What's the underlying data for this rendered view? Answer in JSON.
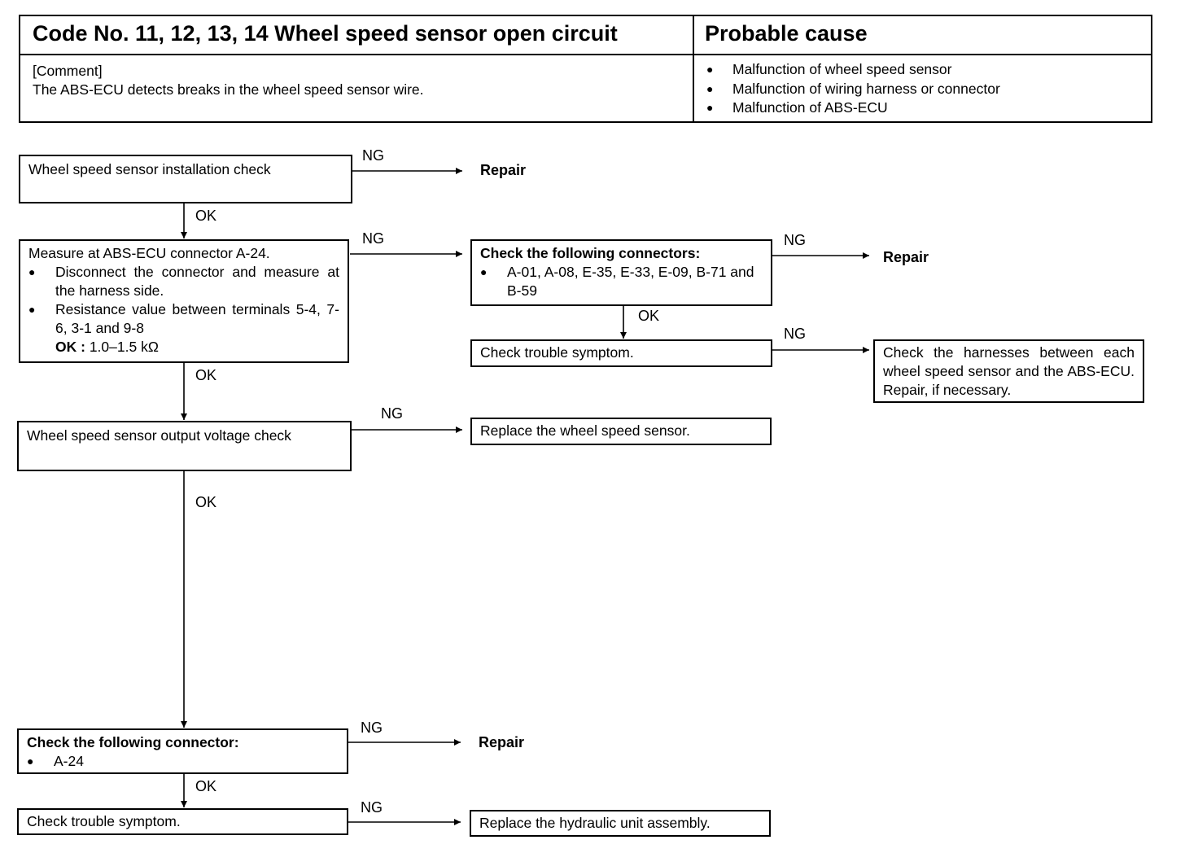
{
  "header": {
    "title": "Code No. 11, 12, 13, 14 Wheel speed sensor open circuit",
    "cause_title": "Probable cause",
    "comment_label": "[Comment]",
    "comment_text": "The ABS-ECU detects breaks in the wheel speed sensor wire.",
    "causes": [
      "Malfunction of wheel speed sensor",
      "Malfunction of wiring harness or connector",
      "Malfunction of ABS-ECU"
    ]
  },
  "flow": {
    "step1": "Wheel speed sensor installation check",
    "step2": {
      "title": "Measure at ABS-ECU connector A-24.",
      "bullet1": "Disconnect the connector and measure at the harness side.",
      "bullet2": "Resistance value between terminals 5-4, 7-6, 3-1 and 9-8",
      "ok_label": "OK :",
      "ok_value": "1.0–1.5 kΩ"
    },
    "step3": "Wheel speed sensor output voltage check",
    "step4": {
      "title": "Check the following connector:",
      "bullet": "A-24"
    },
    "step5": "Check trouble symptom.",
    "branch_connectors": {
      "title": "Check the following connectors:",
      "bullet": "A-01, A-08, E-35, E-33, E-09, B-71 and B-59"
    },
    "branch_symptom": "Check trouble symptom.",
    "harness_check": "Check the harnesses between each wheel speed sensor and the ABS-ECU. Repair, if necessary.",
    "replace_sensor": "Replace the wheel speed sensor.",
    "replace_hydraulic": "Replace the hydraulic unit assembly.",
    "repair": "Repair",
    "ng": "NG",
    "ok": "OK"
  }
}
